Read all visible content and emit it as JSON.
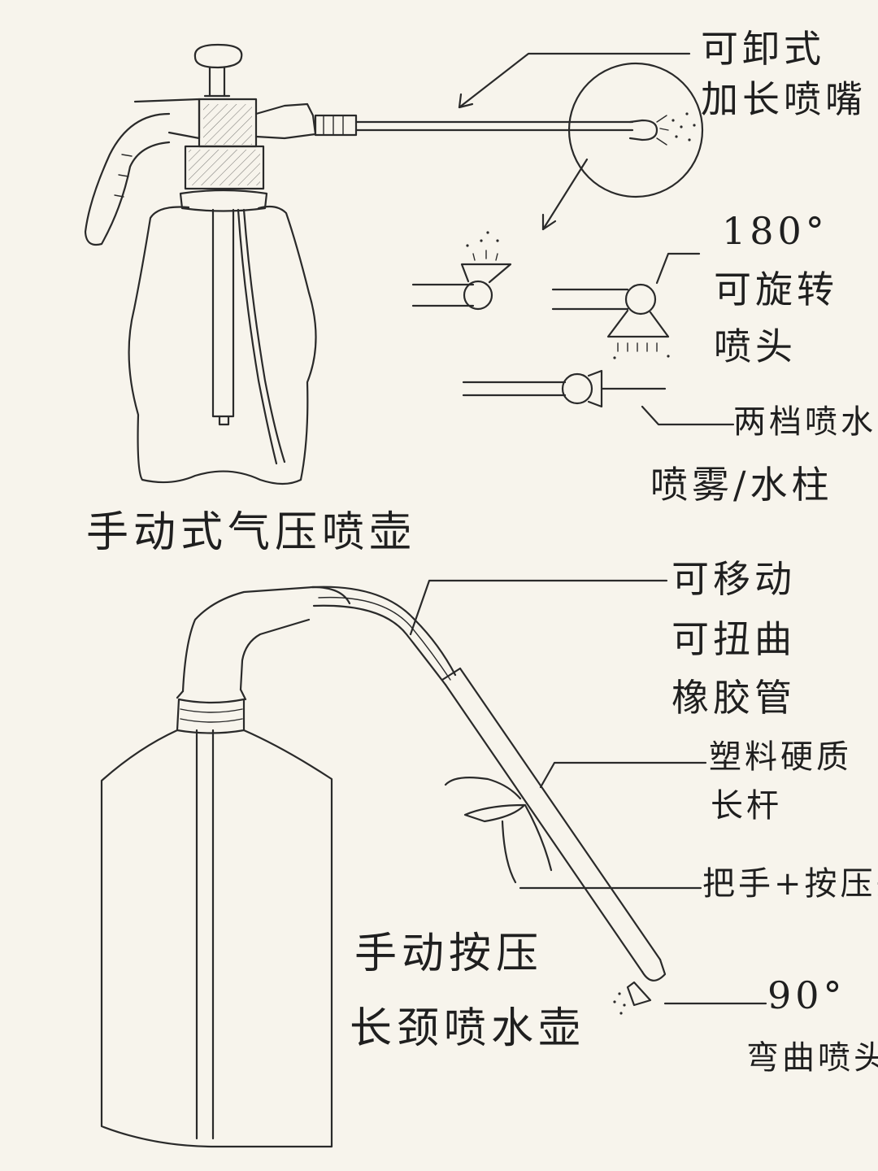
{
  "labels": {
    "detachable_1": "可卸式",
    "detachable_2": "加长喷嘴",
    "rotate_1": "180°",
    "rotate_2": "可旋转",
    "rotate_3": "喷头",
    "two_mode_1": "两档喷水",
    "two_mode_2": "喷雾/水柱",
    "sprayer_title": "手动式气压喷壶",
    "hose_1": "可移动",
    "hose_2": "可扭曲",
    "hose_3": "橡胶管",
    "rod_1": "塑料硬质",
    "rod_2": "长杆",
    "handle": "把手+按压头",
    "bottle_title_1": "手动按压",
    "bottle_title_2": "长颈喷水壶",
    "bend_1": "90°",
    "bend_2": "弯曲喷头"
  },
  "colors": {
    "ink": "#2a2a2a",
    "paper": "#f7f4ec"
  }
}
